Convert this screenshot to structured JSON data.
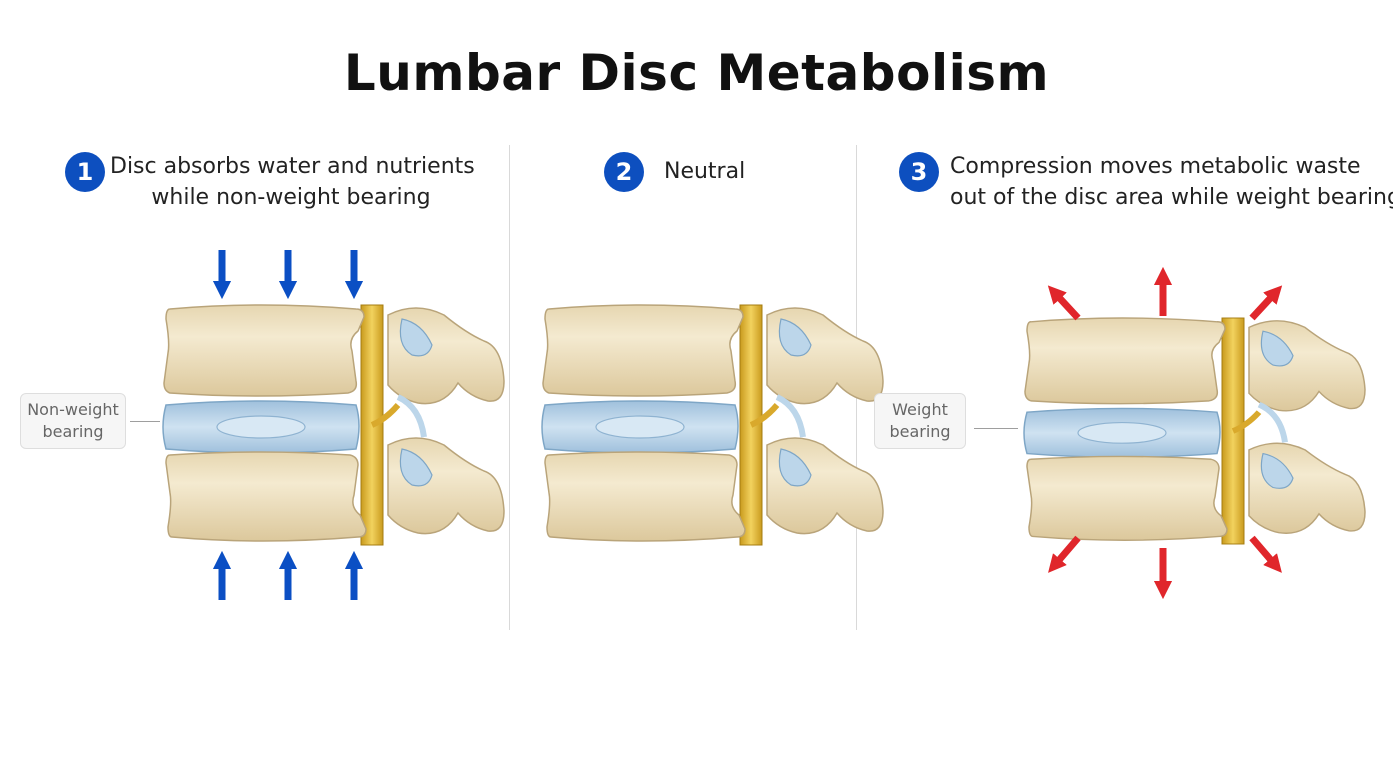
{
  "title": "Lumbar Disc Metabolism",
  "panels": [
    {
      "number": "1",
      "caption_line1": "Disc absorbs water and nutrients",
      "caption_line2": "while non-weight bearing",
      "side_label_line1": "Non-weight",
      "side_label_line2": "bearing",
      "arrow_direction": "inward",
      "arrow_color": "#0b4fc4"
    },
    {
      "number": "2",
      "caption_line1": "Neutral",
      "caption_line2": "",
      "arrow_direction": "none"
    },
    {
      "number": "3",
      "caption_line1": "Compression moves metabolic waste",
      "caption_line2": "out of the disc area while weight bearing",
      "side_label_line1": "Weight",
      "side_label_line2": "bearing",
      "arrow_direction": "outward",
      "arrow_color": "#e0262b"
    }
  ],
  "colors": {
    "badge": "#0d4fbf",
    "bone": "#efe2c2",
    "disc": "#bcd6ea",
    "nerve": "#e8c24a"
  }
}
